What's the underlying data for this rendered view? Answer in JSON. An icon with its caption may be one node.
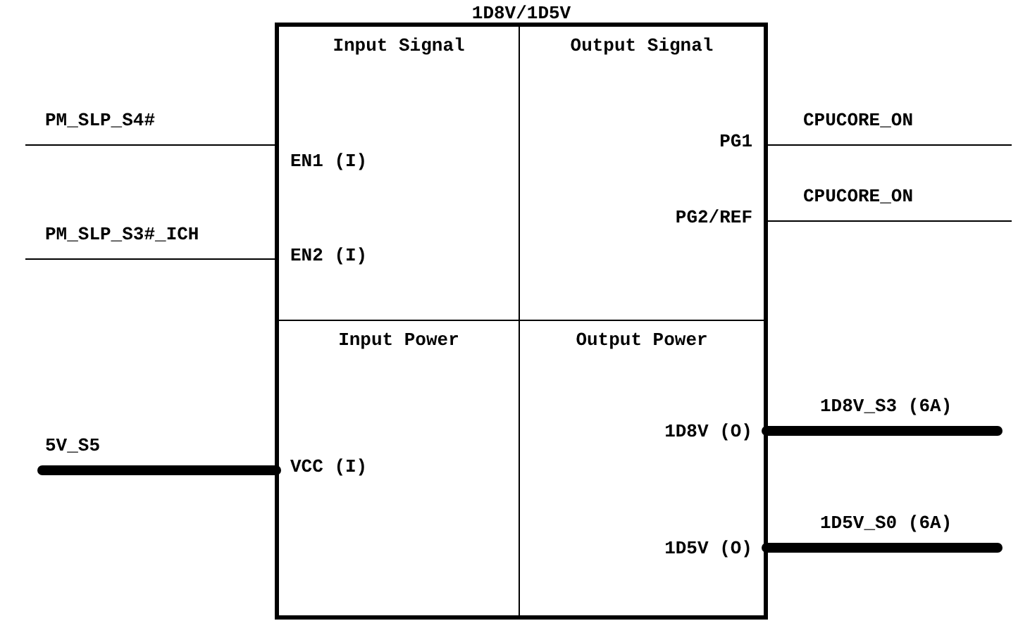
{
  "diagram": {
    "nodes": [
      {
        "text": [
          "1D8V/1D5V"
        ]
      },
      {
        "text": [
          "Input Signal"
        ],
        "in": 0
      },
      {
        "text": [
          "Output Signal"
        ],
        "in": 0
      },
      {
        "text": [
          "Input Power"
        ],
        "in": 0
      },
      {
        "text": [
          "Output Power"
        ],
        "in": 0
      },
      {
        "text": [
          "EN1 (I)"
        ],
        "in": 1
      },
      {
        "text": [
          "EN2 (I)"
        ],
        "in": 1
      },
      {
        "text": [
          "PG1"
        ],
        "in": 2
      },
      {
        "text": [
          "PG2/REF"
        ],
        "in": 2
      },
      {
        "text": [
          "VCC (I)"
        ],
        "in": 3
      },
      {
        "text": [
          "1D8V (O)"
        ],
        "in": 4
      },
      {
        "text": [
          "1D5V (O)"
        ],
        "in": 4
      }
    ],
    "edges": [
      {
        "from": null,
        "to": 5,
        "arrow": "none",
        "label": "PM_SLP_S4#"
      },
      {
        "from": null,
        "to": 6,
        "arrow": "none",
        "label": "PM_SLP_S3#_ICH"
      },
      {
        "from": 7,
        "to": null,
        "arrow": "none",
        "label": "CPUCORE_ON"
      },
      {
        "from": 8,
        "to": null,
        "arrow": "none",
        "label": "CPUCORE_ON"
      },
      {
        "from": null,
        "to": 9,
        "arrow": "none",
        "label": "5V_S5",
        "style": "thick"
      },
      {
        "from": 10,
        "to": null,
        "arrow": "none",
        "label": "1D8V_S3 (6A)",
        "style": "thick"
      },
      {
        "from": 11,
        "to": null,
        "arrow": "none",
        "label": "1D5V_S0 (6A)",
        "style": "thick"
      }
    ]
  }
}
